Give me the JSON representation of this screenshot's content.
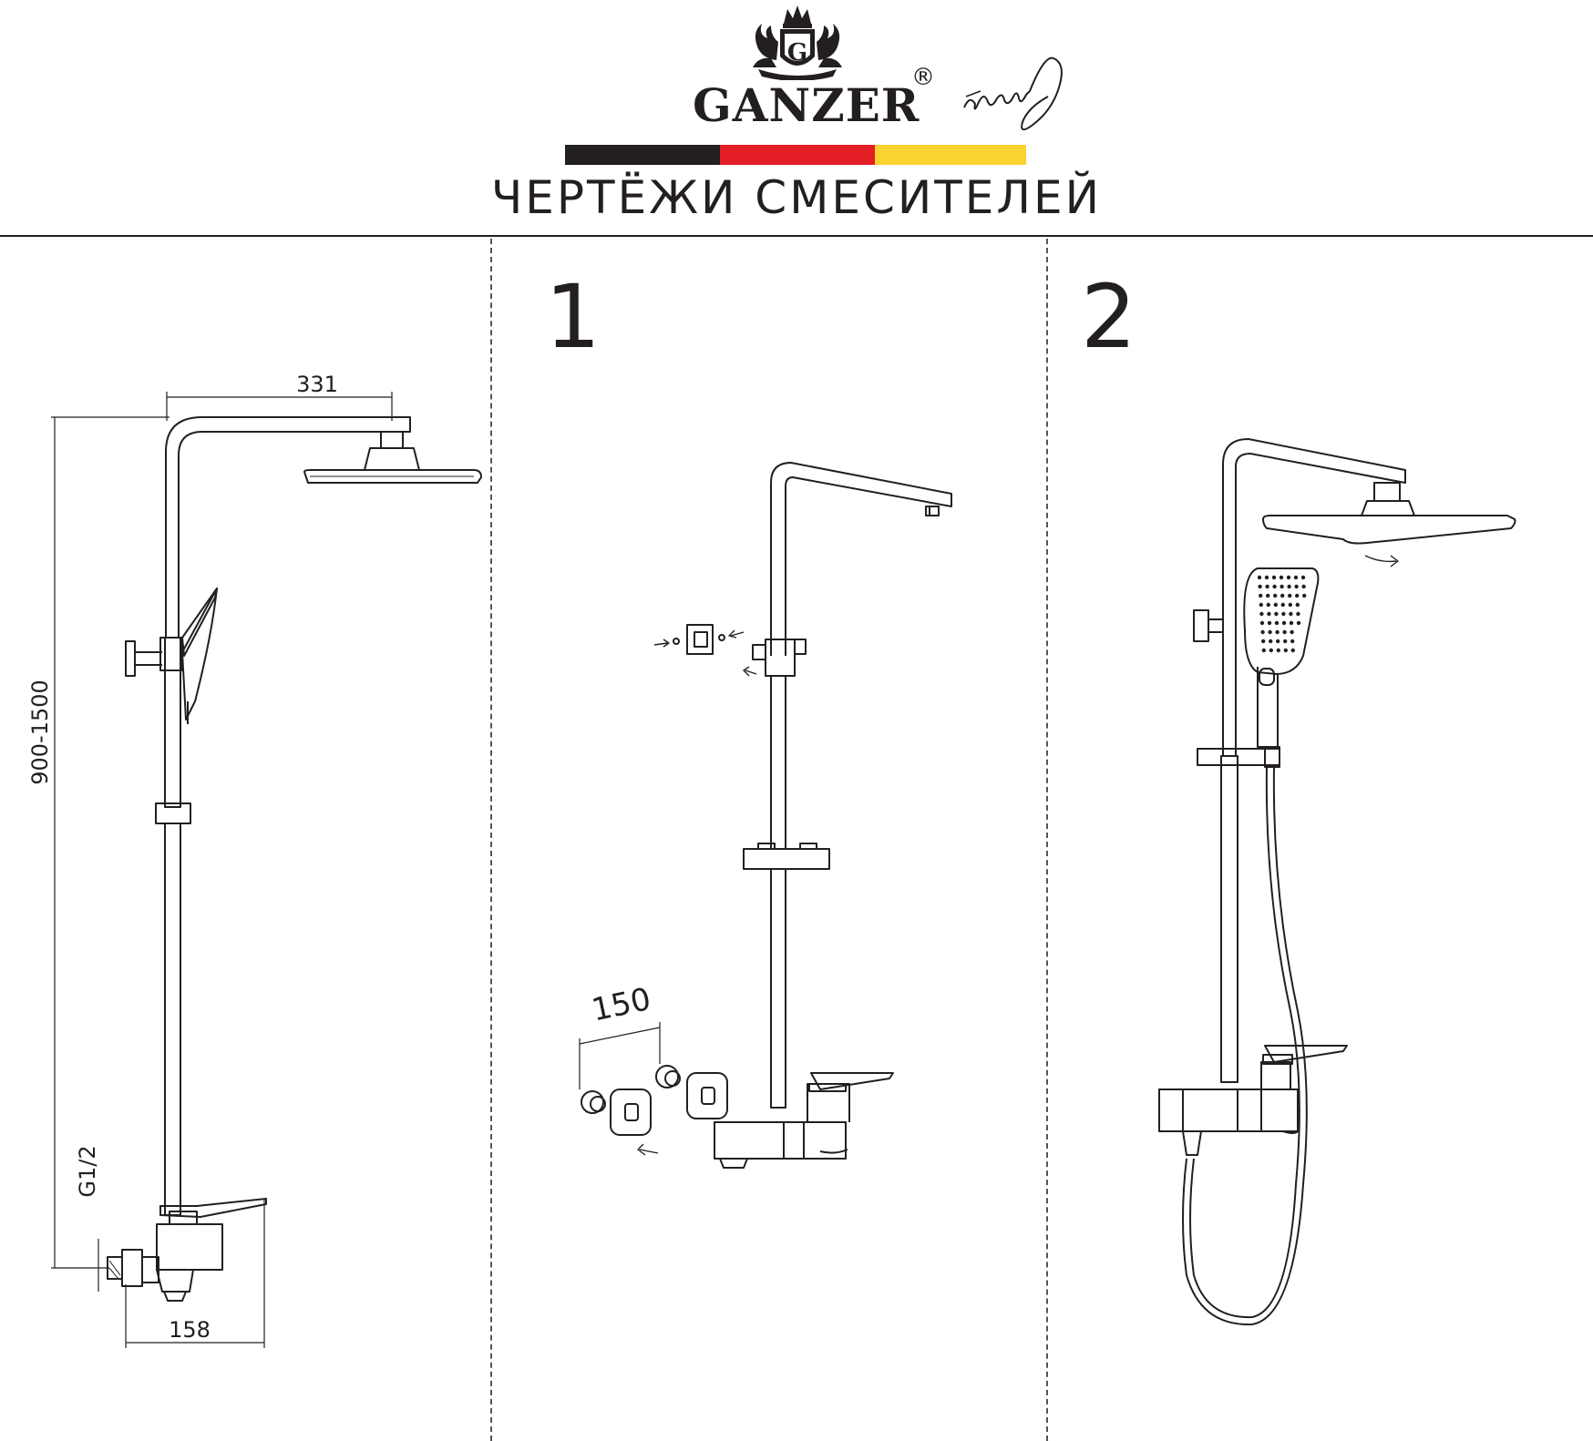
{
  "header": {
    "brand": "GANZER",
    "registered_mark": "®",
    "title": "ЧЕРТЁЖИ СМЕСИТЕЛЕЙ",
    "flag_colors": [
      "#231f20",
      "#e31e24",
      "#f9d32f"
    ]
  },
  "icons": {
    "logo": "crown-lions-crest-icon",
    "signature": "handwritten-signature"
  },
  "panels": {
    "dimension": {
      "label": ""
    },
    "option1": {
      "number": "1"
    },
    "option2": {
      "number": "2"
    }
  },
  "dimensions": {
    "width_top": "331",
    "height_range": "900-1500",
    "inlet_thread": "G1/2",
    "width_bottom": "158",
    "inlet_spacing": "150"
  }
}
